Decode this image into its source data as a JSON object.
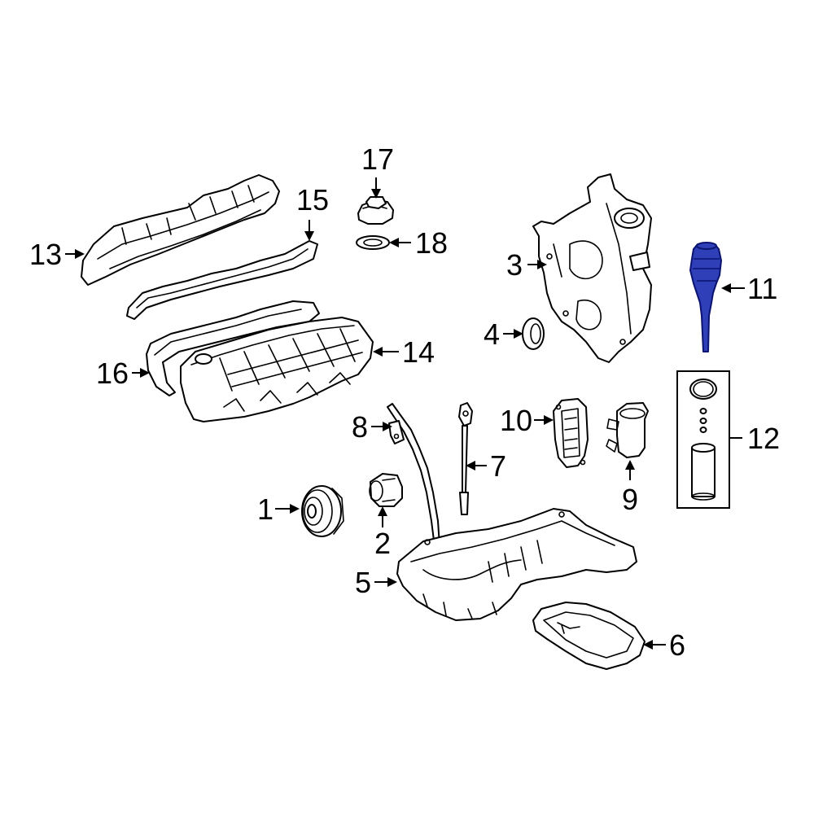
{
  "callouts": {
    "c1": "1",
    "c2": "2",
    "c3": "3",
    "c4": "4",
    "c5": "5",
    "c6": "6",
    "c7": "7",
    "c8": "8",
    "c9": "9",
    "c10": "10",
    "c11": "11",
    "c12": "12",
    "c13": "13",
    "c14": "14",
    "c15": "15",
    "c16": "16",
    "c17": "17",
    "c18": "18"
  },
  "colors": {
    "highlight": "#2f3fb8",
    "line": "#000000",
    "background": "#ffffff"
  },
  "highlighted_part": "11"
}
